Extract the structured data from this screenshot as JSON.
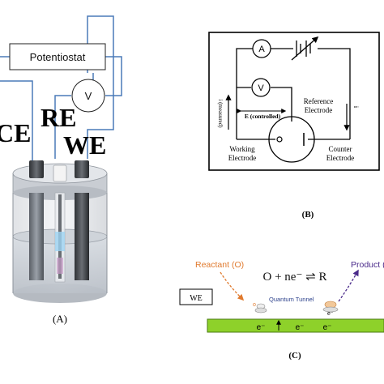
{
  "panel_a": {
    "potentiostat_label": "Potentiostat",
    "voltmeter_label": "V",
    "ce_label": "CE",
    "re_label": "RE",
    "we_label": "WE",
    "caption": "(A)"
  },
  "panel_b": {
    "ammeter_label": "A",
    "voltmeter_label": "V",
    "e_controlled_label": "E (controlled)",
    "i_measured_label": "i (measured)",
    "i_label": "i",
    "reference_electrode_label": "Reference Electrode",
    "reference_line1": "Reference",
    "reference_line2": "Electrode",
    "working_line1": "Working",
    "working_line2": "Electrode",
    "counter_line1": "Counter",
    "counter_line2": "Electrode",
    "caption": "(B)"
  },
  "panel_c": {
    "reactant_label": "Reactant (O)",
    "product_label": "Product (",
    "equation": "O + ne⁻ ⇌ R",
    "quantum_tunnel_label": "Quantum Tunnel",
    "we_label": "WE",
    "o_label": "o",
    "e_electron": "e⁻",
    "e_label_1": "e⁻",
    "e_label_2": "e⁻",
    "e_label_3": "e⁻",
    "caption": "(C)"
  },
  "colors": {
    "wire_blue": "#4a7ab8",
    "electrode_green": "#8ed12a",
    "reactant_orange": "#e07a2e",
    "product_purple": "#4a2a8a"
  }
}
